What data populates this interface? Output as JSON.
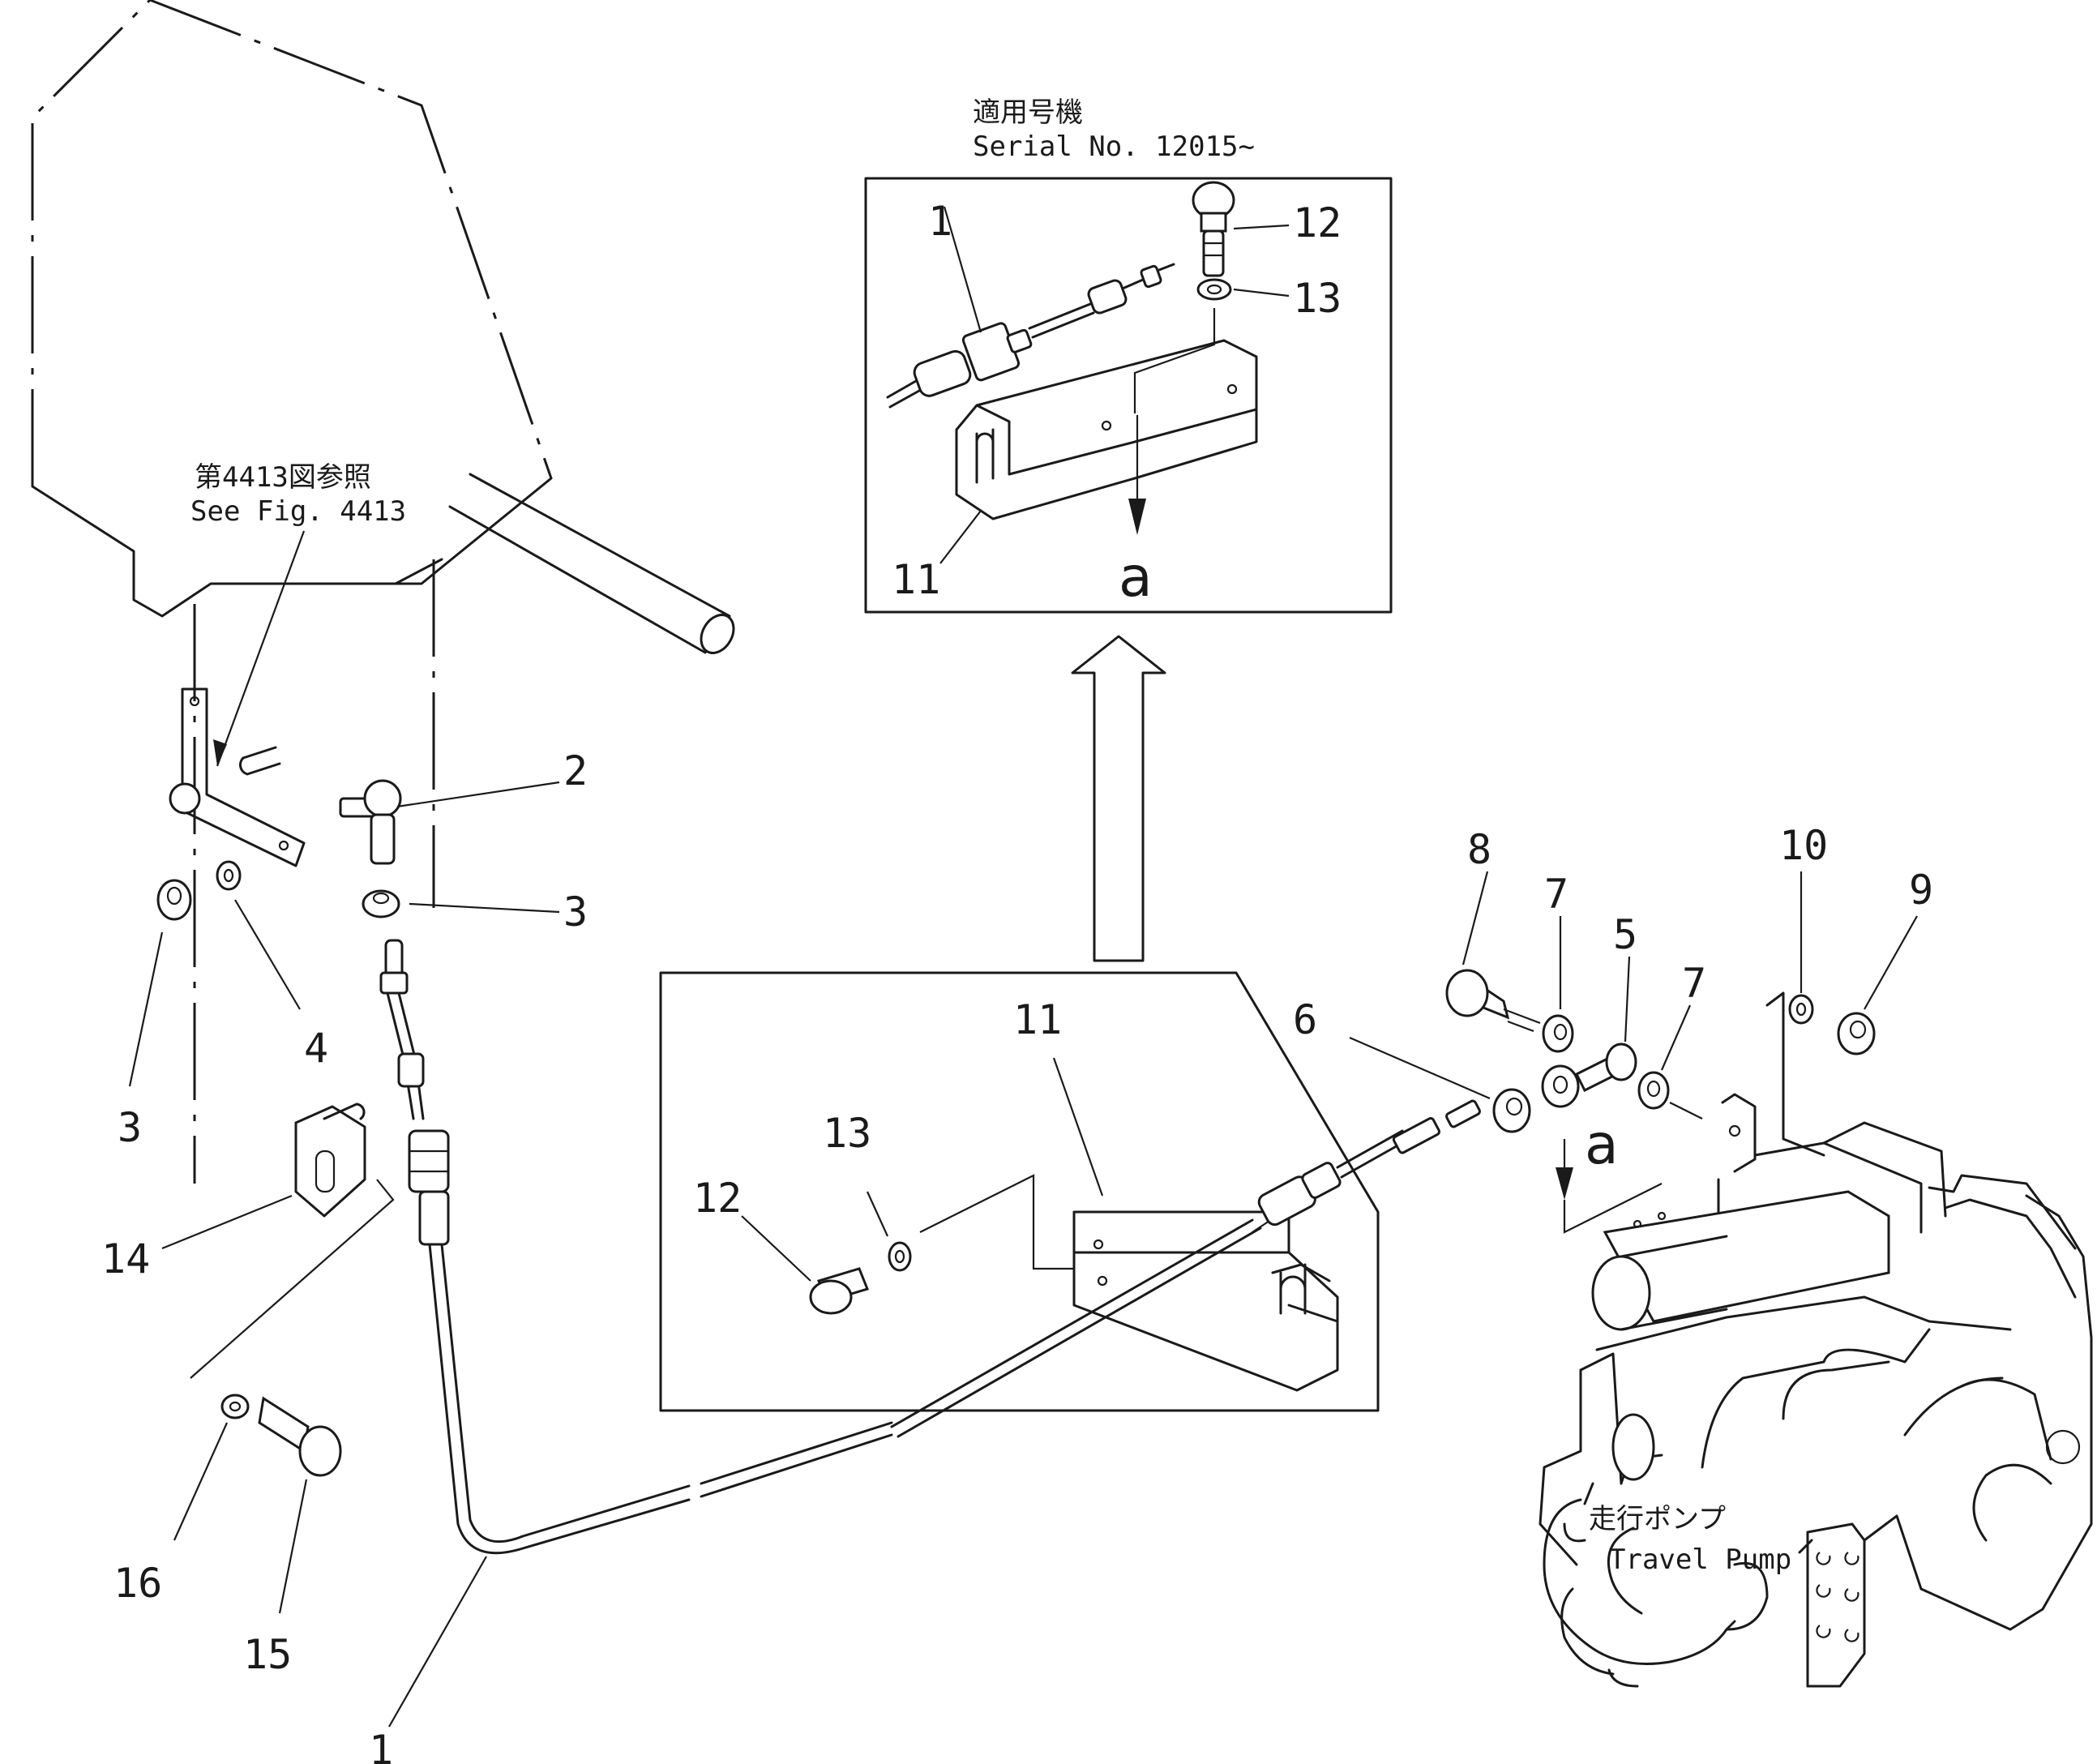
{
  "notes": {
    "serial_jp": "適用号機",
    "serial_en": "Serial  No. 12015~",
    "see_fig_jp": "第4413図参照",
    "see_fig_en": "See  Fig. 4413",
    "pump_jp": "走行ポンプ",
    "pump_en": "Travel  Pump",
    "view_a_inset": "a",
    "view_a_main": "a"
  },
  "callouts": {
    "c1_inset": "1",
    "c12_inset": "12",
    "c13_inset": "13",
    "c11_inset": "11",
    "c2": "2",
    "c3_right": "3",
    "c3_left": "3",
    "c4": "4",
    "c14": "14",
    "c16": "16",
    "c15": "15",
    "c1_bottom": "1",
    "c11_main": "11",
    "c13_main": "13",
    "c12_main": "12",
    "c8": "8",
    "c7_upper": "7",
    "c5": "5",
    "c7_lower": "7",
    "c10": "10",
    "c9": "9",
    "c6": "6"
  }
}
